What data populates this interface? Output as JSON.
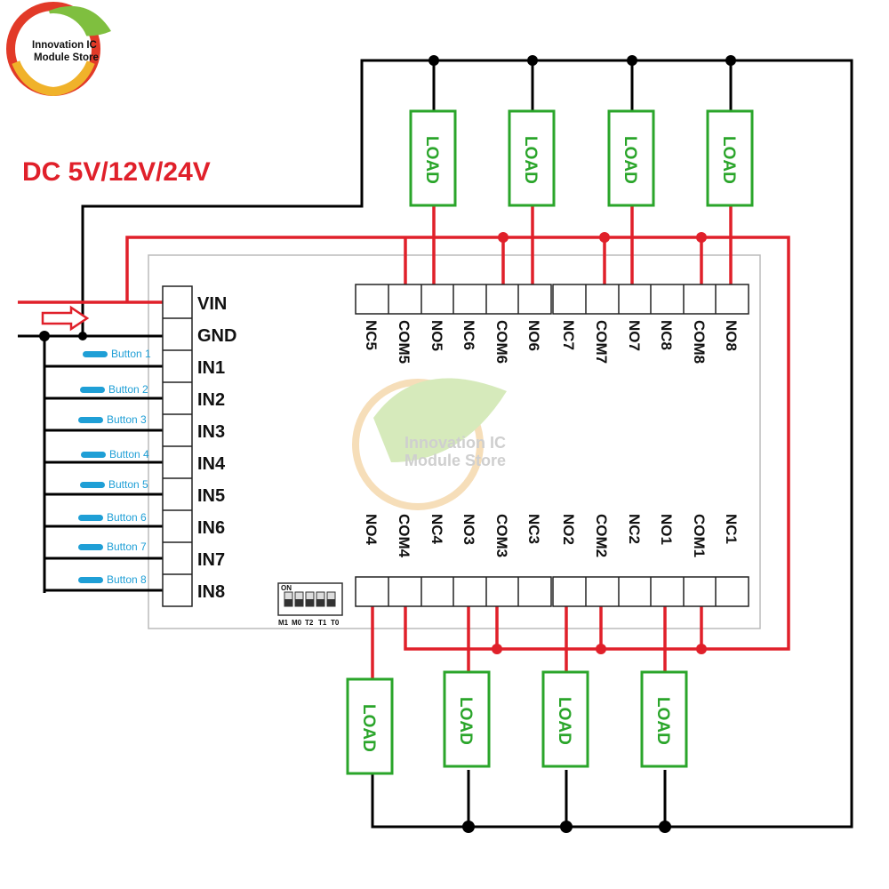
{
  "brand": {
    "line1": "Innovation IC",
    "line2": "Module Store"
  },
  "watermark": {
    "line1": "Innovation IC",
    "line2": "Module Store"
  },
  "supply_label": "DC 5V/12V/24V",
  "power_terminals": [
    "VIN",
    "GND"
  ],
  "inputs": [
    "IN1",
    "IN2",
    "IN3",
    "IN4",
    "IN5",
    "IN6",
    "IN7",
    "IN8"
  ],
  "buttons": [
    "Button 1",
    "Button 2",
    "Button 3",
    "Button 4",
    "Button 5",
    "Button 6",
    "Button 7",
    "Button 8"
  ],
  "top_terminals": [
    "NC5",
    "COM5",
    "NO5",
    "NC6",
    "COM6",
    "NO6",
    "NC7",
    "COM7",
    "NO7",
    "NC8",
    "COM8",
    "NO8"
  ],
  "bottom_terminals": [
    "NO4",
    "COM4",
    "NC4",
    "NO3",
    "COM3",
    "NC3",
    "NO2",
    "COM2",
    "NC2",
    "NO1",
    "COM1",
    "NC1"
  ],
  "load_label": "LOAD",
  "dip": {
    "on_label": "ON",
    "labels": [
      "M1",
      "M0",
      "T2",
      "T1",
      "T0"
    ]
  },
  "colors": {
    "positive_wire": "#e0202a",
    "negative_wire": "#000000",
    "load_border": "#2aa52a",
    "button": "#1f9fd6",
    "supply_label": "#e0202a"
  }
}
